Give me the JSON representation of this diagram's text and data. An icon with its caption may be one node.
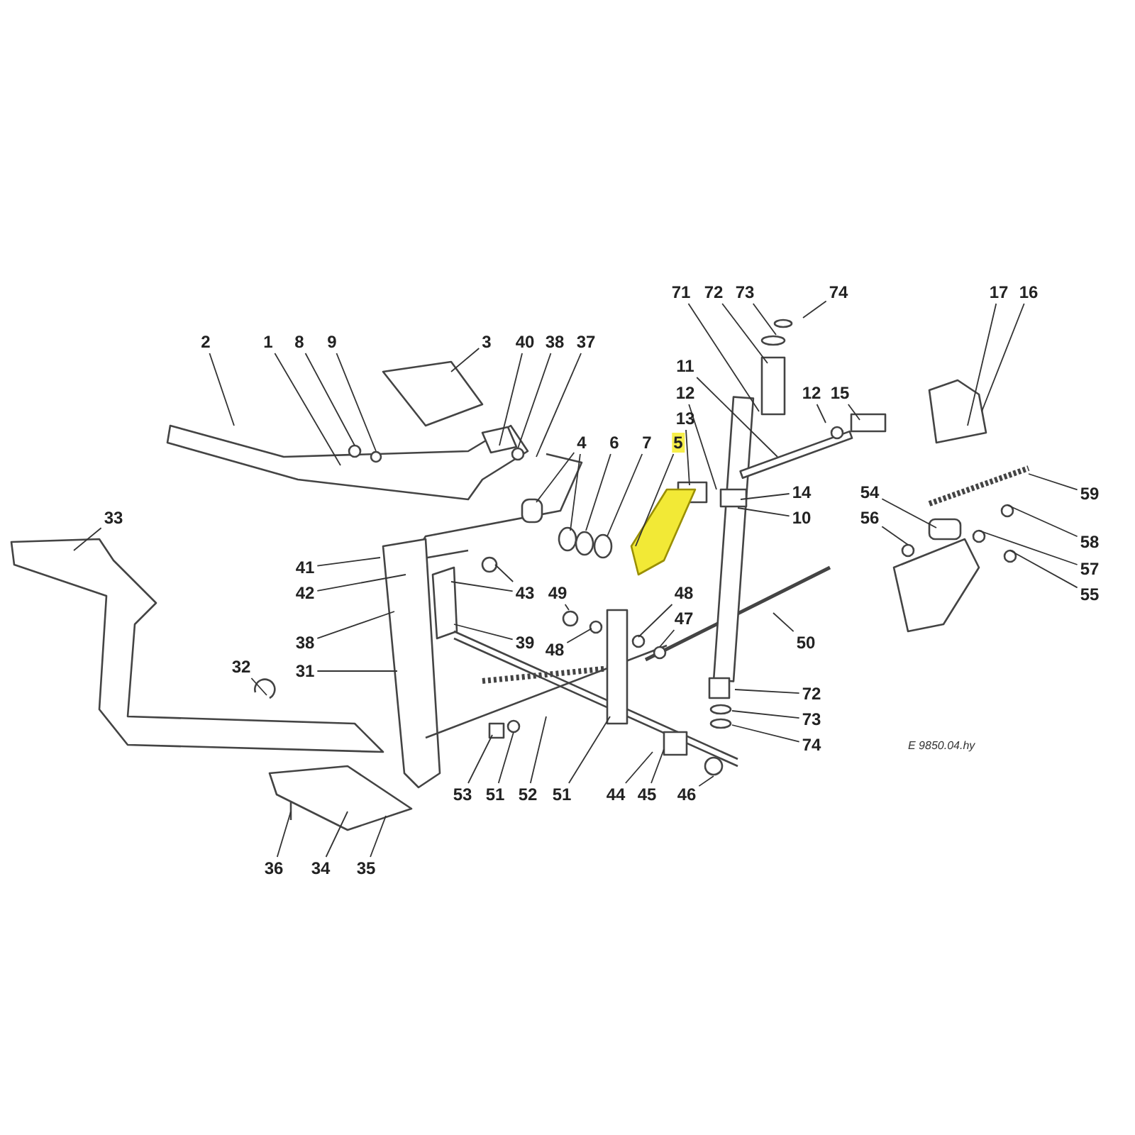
{
  "diagram": {
    "nodes": [
      {
        "text": [
          "71"
        ]
      },
      {
        "text": [
          "72"
        ]
      },
      {
        "text": [
          "73"
        ]
      },
      {
        "text": [
          "74"
        ]
      },
      {
        "text": [
          "17"
        ]
      },
      {
        "text": [
          "16"
        ]
      },
      {
        "text": [
          "2"
        ]
      },
      {
        "text": [
          "1"
        ]
      },
      {
        "text": [
          "8"
        ]
      },
      {
        "text": [
          "9"
        ]
      },
      {
        "text": [
          "3"
        ]
      },
      {
        "text": [
          "40"
        ]
      },
      {
        "text": [
          "38"
        ]
      },
      {
        "text": [
          "37"
        ]
      },
      {
        "text": [
          "11"
        ]
      },
      {
        "text": [
          "12"
        ]
      },
      {
        "text": [
          "12"
        ]
      },
      {
        "text": [
          "15"
        ]
      },
      {
        "text": [
          "13"
        ]
      },
      {
        "text": [
          "4"
        ]
      },
      {
        "text": [
          "6"
        ]
      },
      {
        "text": [
          "7"
        ]
      },
      {
        "text": [
          "5"
        ]
      },
      {
        "text": [
          "14"
        ]
      },
      {
        "text": [
          "54"
        ]
      },
      {
        "text": [
          "59"
        ]
      },
      {
        "text": [
          "33"
        ]
      },
      {
        "text": [
          "10"
        ]
      },
      {
        "text": [
          "56"
        ]
      },
      {
        "text": [
          "58"
        ]
      },
      {
        "text": [
          "57"
        ]
      },
      {
        "text": [
          "41"
        ]
      },
      {
        "text": [
          "42"
        ]
      },
      {
        "text": [
          "43"
        ]
      },
      {
        "text": [
          "49"
        ]
      },
      {
        "text": [
          "48"
        ]
      },
      {
        "text": [
          "55"
        ]
      },
      {
        "text": [
          "47"
        ]
      },
      {
        "text": [
          "38"
        ]
      },
      {
        "text": [
          "39"
        ]
      },
      {
        "text": [
          "48"
        ]
      },
      {
        "text": [
          "50"
        ]
      },
      {
        "text": [
          "32"
        ]
      },
      {
        "text": [
          "31"
        ]
      },
      {
        "text": [
          "72"
        ]
      },
      {
        "text": [
          "73"
        ]
      },
      {
        "text": [
          "74"
        ]
      },
      {
        "text": [
          "53"
        ]
      },
      {
        "text": [
          "51"
        ]
      },
      {
        "text": [
          "52"
        ]
      },
      {
        "text": [
          "51"
        ]
      },
      {
        "text": [
          "44"
        ]
      },
      {
        "text": [
          "45"
        ]
      },
      {
        "text": [
          "46"
        ]
      },
      {
        "text": [
          "36"
        ]
      },
      {
        "text": [
          "34"
        ]
      },
      {
        "text": [
          "35"
        ]
      }
    ],
    "edges": [
      {
        "from": 0,
        "to": null,
        "arrow": "none"
      },
      {
        "from": 1,
        "to": null,
        "arrow": "none"
      },
      {
        "from": 2,
        "to": null,
        "arrow": "none"
      },
      {
        "from": 3,
        "to": null,
        "arrow": "none"
      },
      {
        "from": 4,
        "to": null,
        "arrow": "none"
      },
      {
        "from": 5,
        "to": null,
        "arrow": "none"
      },
      {
        "from": 6,
        "to": null,
        "arrow": "none"
      },
      {
        "from": 7,
        "to": null,
        "arrow": "none"
      },
      {
        "from": 8,
        "to": null,
        "arrow": "none"
      },
      {
        "from": 9,
        "to": null,
        "arrow": "none"
      },
      {
        "from": 10,
        "to": null,
        "arrow": "none"
      },
      {
        "from": 11,
        "to": null,
        "arrow": "none"
      },
      {
        "from": 12,
        "to": null,
        "arrow": "none"
      },
      {
        "from": 13,
        "to": null,
        "arrow": "none"
      },
      {
        "from": 14,
        "to": null,
        "arrow": "none"
      },
      {
        "from": 15,
        "to": null,
        "arrow": "none"
      },
      {
        "from": 16,
        "to": null,
        "arrow": "none"
      },
      {
        "from": 17,
        "to": null,
        "arrow": "none"
      },
      {
        "from": 18,
        "to": null,
        "arrow": "none"
      },
      {
        "from": 19,
        "to": null,
        "arrow": "none"
      },
      {
        "from": 19,
        "to": null,
        "arrow": "none"
      },
      {
        "from": 20,
        "to": null,
        "arrow": "none"
      },
      {
        "from": 21,
        "to": null,
        "arrow": "none"
      },
      {
        "from": 22,
        "to": null,
        "arrow": "none"
      },
      {
        "from": 23,
        "to": null,
        "arrow": "none"
      },
      {
        "from": 24,
        "to": null,
        "arrow": "none"
      },
      {
        "from": 25,
        "to": null,
        "arrow": "none"
      },
      {
        "from": 26,
        "to": null,
        "arrow": "none"
      },
      {
        "from": 27,
        "to": null,
        "arrow": "none"
      },
      {
        "from": 28,
        "to": null,
        "arrow": "none"
      },
      {
        "from": 29,
        "to": null,
        "arrow": "none"
      },
      {
        "from": 30,
        "to": null,
        "arrow": "none"
      },
      {
        "from": 31,
        "to": null,
        "arrow": "none"
      },
      {
        "from": 32,
        "to": null,
        "arrow": "none"
      },
      {
        "from": 33,
        "to": null,
        "arrow": "none"
      },
      {
        "from": 33,
        "to": null,
        "arrow": "none"
      },
      {
        "from": 34,
        "to": null,
        "arrow": "none"
      },
      {
        "from": 35,
        "to": null,
        "arrow": "none"
      },
      {
        "from": 36,
        "to": null,
        "arrow": "none"
      },
      {
        "from": 37,
        "to": null,
        "arrow": "none"
      },
      {
        "from": 38,
        "to": null,
        "arrow": "none"
      },
      {
        "from": 39,
        "to": null,
        "arrow": "none"
      },
      {
        "from": 40,
        "to": null,
        "arrow": "none"
      },
      {
        "from": 41,
        "to": null,
        "arrow": "none"
      },
      {
        "from": 42,
        "to": null,
        "arrow": "none"
      },
      {
        "from": 43,
        "to": null,
        "arrow": "none"
      },
      {
        "from": 44,
        "to": null,
        "arrow": "none"
      },
      {
        "from": 45,
        "to": null,
        "arrow": "none"
      },
      {
        "from": 46,
        "to": null,
        "arrow": "none"
      },
      {
        "from": 47,
        "to": null,
        "arrow": "none"
      },
      {
        "from": 48,
        "to": null,
        "arrow": "none"
      },
      {
        "from": 49,
        "to": null,
        "arrow": "none"
      },
      {
        "from": 50,
        "to": null,
        "arrow": "none"
      },
      {
        "from": 51,
        "to": null,
        "arrow": "none"
      },
      {
        "from": 52,
        "to": null,
        "arrow": "none"
      },
      {
        "from": 53,
        "to": null,
        "arrow": "none"
      },
      {
        "from": 54,
        "to": null,
        "arrow": "none"
      },
      {
        "from": 55,
        "to": null,
        "arrow": "none"
      },
      {
        "from": 56,
        "to": null,
        "arrow": "none"
      }
    ],
    "labels": [
      "E 9850.04.hy"
    ]
  }
}
